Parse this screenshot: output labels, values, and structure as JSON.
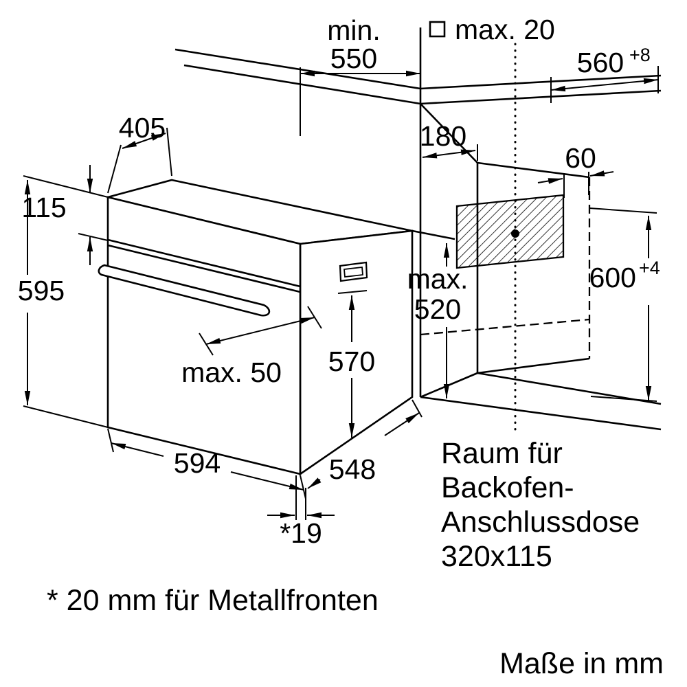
{
  "colors": {
    "line": "#000000",
    "background": "#ffffff"
  },
  "dimensions": {
    "niche_depth": {
      "prefix": "min.",
      "value": "550"
    },
    "protrusion": {
      "symbol": "square",
      "label": "max. 20"
    },
    "niche_width": {
      "value": "560",
      "tolerance": "+8"
    },
    "top_depth": {
      "value": "405"
    },
    "connection_offset": {
      "value": "180"
    },
    "connection_gap": {
      "value": "60"
    },
    "panel_height": {
      "value": "115"
    },
    "oven_height": {
      "value": "595"
    },
    "plinth_clearance": {
      "prefix": "max.",
      "value": "520"
    },
    "niche_height": {
      "value": "600",
      "tolerance": "+4"
    },
    "body_height": {
      "value": "570"
    },
    "handle_depth": {
      "label": "max. 50"
    },
    "oven_width": {
      "value": "594"
    },
    "body_depth": {
      "value": "548"
    },
    "door_offset": {
      "value": "*19"
    }
  },
  "annotations": {
    "connection_box": {
      "line1": "Raum für",
      "line2": "Backofen-",
      "line3": "Anschlussdose",
      "line4": "320x115"
    },
    "footnote": "* 20 mm für Metallfronten",
    "units": "Maße in mm"
  }
}
